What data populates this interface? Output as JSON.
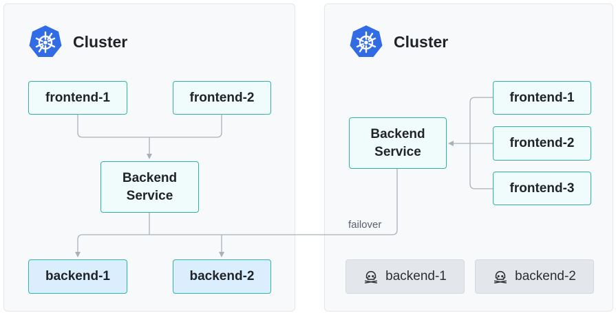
{
  "clusters": [
    {
      "title": "Cluster",
      "icon": "kubernetes-helm-icon"
    },
    {
      "title": "Cluster",
      "icon": "kubernetes-helm-icon"
    }
  ],
  "left": {
    "frontend_1": "frontend-1",
    "frontend_2": "frontend-2",
    "service": "Backend\nService",
    "backend_1": "backend-1",
    "backend_2": "backend-2"
  },
  "right": {
    "service": "Backend\nService",
    "frontend_1": "frontend-1",
    "frontend_2": "frontend-2",
    "frontend_3": "frontend-3",
    "backend_1": "backend-1",
    "backend_2": "backend-2",
    "backend_icon": "skull-icon"
  },
  "edges": {
    "failover_label": "failover"
  },
  "colors": {
    "kubernetes_blue": "#326ce5",
    "node_border": "#2bb5a3",
    "node_fill": "#f0fcfb",
    "backend_fill": "#dbeefe",
    "unavailable_fill": "#e3e6ea",
    "edge": "#a9b0b8"
  }
}
